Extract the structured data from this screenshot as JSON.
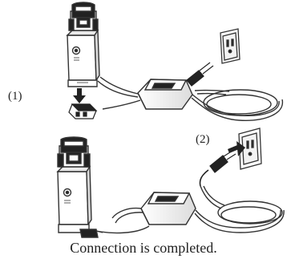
{
  "steps": [
    {
      "label": "(1)"
    },
    {
      "label": "(2)"
    }
  ],
  "caption": "Connection is completed.",
  "icons": {
    "device": "nebulizer-unit-icon",
    "dc_plug": "dc-plug-icon",
    "adapter": "ac-adapter-icon",
    "mains_plug": "power-plug-icon",
    "outlet": "wall-outlet-icon",
    "arrow": "arrow-icon"
  },
  "colors": {
    "line": "#333333",
    "fill": "#ffffff",
    "dark": "#222222",
    "grey": "#9a9a9a"
  }
}
